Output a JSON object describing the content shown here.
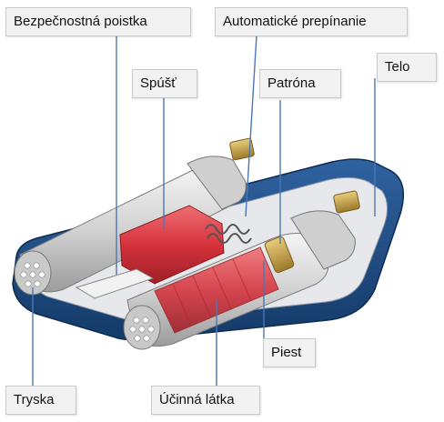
{
  "labels": {
    "safety": "Bezpečnostná poistka",
    "auto_switch": "Automatické prepínanie",
    "trigger": "Spúšť",
    "cartridge": "Patróna",
    "body": "Telo",
    "piston": "Piest",
    "nozzle": "Tryska",
    "agent": "Účinná látka"
  },
  "colors": {
    "housing": "#1f4f86",
    "chamber_red": "#d6323c",
    "canister": "#d9d9d9",
    "brass": "#c9a24a",
    "leader": "#4a78b4"
  }
}
